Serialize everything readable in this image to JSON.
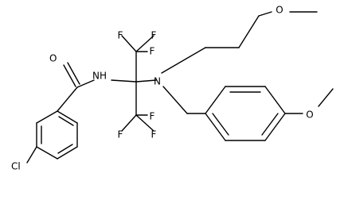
{
  "molecule": {
    "atoms": {
      "o_amide": "O",
      "nh": "NH",
      "n_amine": "N",
      "cl": "Cl",
      "f1": "F",
      "f2": "F",
      "f3": "F",
      "f4": "F",
      "f5": "F",
      "f6": "F",
      "o_ether_chain": "O",
      "o_ether_ring": "O"
    }
  }
}
